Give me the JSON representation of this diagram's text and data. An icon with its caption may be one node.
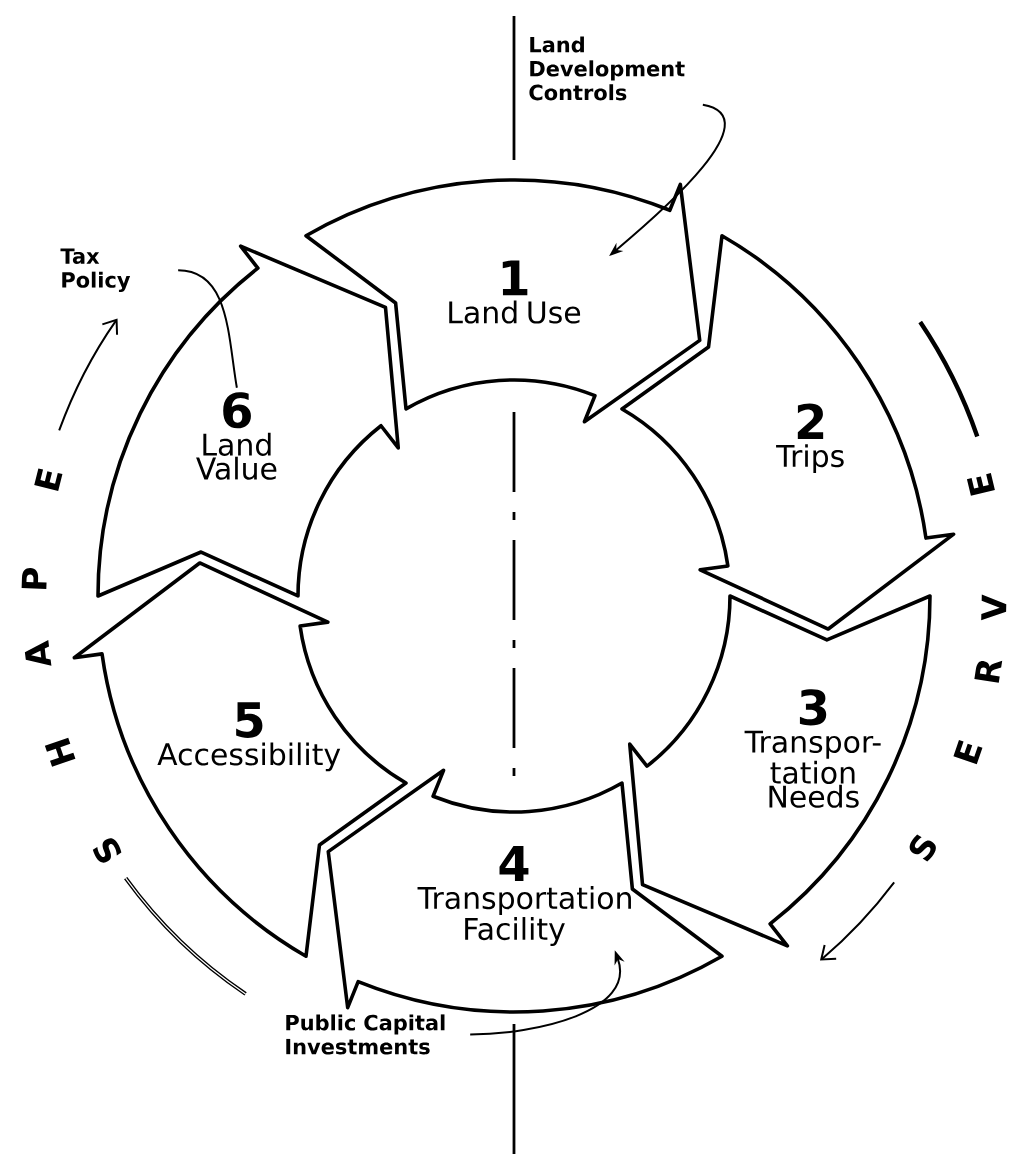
{
  "diagram": {
    "nodes": [
      {
        "text": [
          "1",
          "Land Use"
        ]
      },
      {
        "text": [
          "2",
          "Trips"
        ]
      },
      {
        "text": [
          "3",
          "Transpor- tation Needs"
        ]
      },
      {
        "text": [
          "4",
          "Transportation Facility"
        ]
      },
      {
        "text": [
          "5",
          "Accessibility"
        ]
      },
      {
        "text": [
          "6",
          "Land Value"
        ]
      },
      {
        "text": [
          "Land Development Controls"
        ]
      },
      {
        "text": [
          "Tax Policy"
        ]
      },
      {
        "text": [
          "Public Capital Investments"
        ]
      }
    ],
    "edges": [
      {
        "from": 6,
        "to": 0,
        "arrow": "to"
      },
      {
        "from": 7,
        "to": 5,
        "arrow": "none"
      },
      {
        "from": 8,
        "to": 3,
        "arrow": "to"
      }
    ],
    "labels": [
      "S",
      "H",
      "A",
      "P",
      "E",
      "S",
      "E",
      "R",
      "V",
      "E"
    ]
  }
}
